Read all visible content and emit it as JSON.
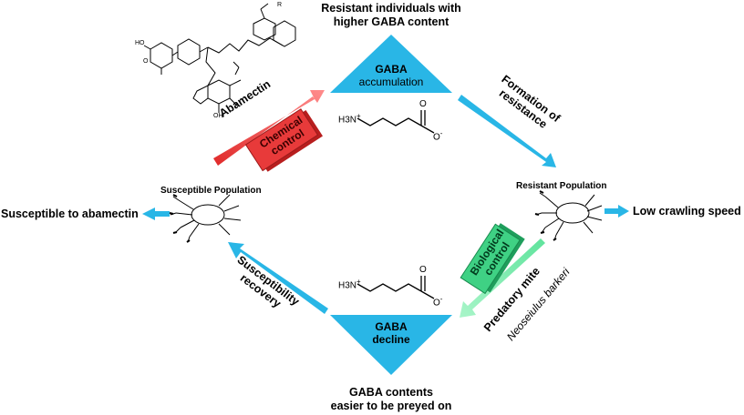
{
  "top_caption": [
    "Resistant individuals with",
    "higher GABA content"
  ],
  "bottom_caption": [
    "GABA contents",
    "easier to be preyed on"
  ],
  "gaba_accumulation": [
    "GABA",
    "accumulation"
  ],
  "gaba_decline": [
    "GABA",
    "decline"
  ],
  "abamectin_label": "Abamectin",
  "chemical_control": [
    "Chemical",
    "control"
  ],
  "formation_label": [
    "Formation of",
    "resistance"
  ],
  "susceptibility_label": [
    "Susceptibility",
    "recovery"
  ],
  "biological_control": [
    "Biological",
    "control"
  ],
  "predatory_mite": "Predatory mite",
  "predator_species": "Neoseiulus barkeri",
  "susceptible_population": "Susceptible Population",
  "resistant_population": "Resistant Population",
  "susceptible_outcome": "Susceptible to abamectin",
  "resistant_outcome": "Low crawling speed",
  "gaba_structure": {
    "amine": "H3N",
    "amine_charge": "+",
    "oxygen": "O",
    "carboxylate": "O",
    "carboxylate_charge": "-"
  },
  "abamectin_structure": {
    "hydroxyl_1": "HO",
    "methoxy_1": "O",
    "hydroxyl_2": "OH",
    "r_group": "R"
  },
  "colors": {
    "cyan": "#29b6e6",
    "red": "#e83a3a",
    "red_dark": "#b81e1e",
    "green": "#3fd184",
    "green_arrow": "#8cf0b4"
  }
}
